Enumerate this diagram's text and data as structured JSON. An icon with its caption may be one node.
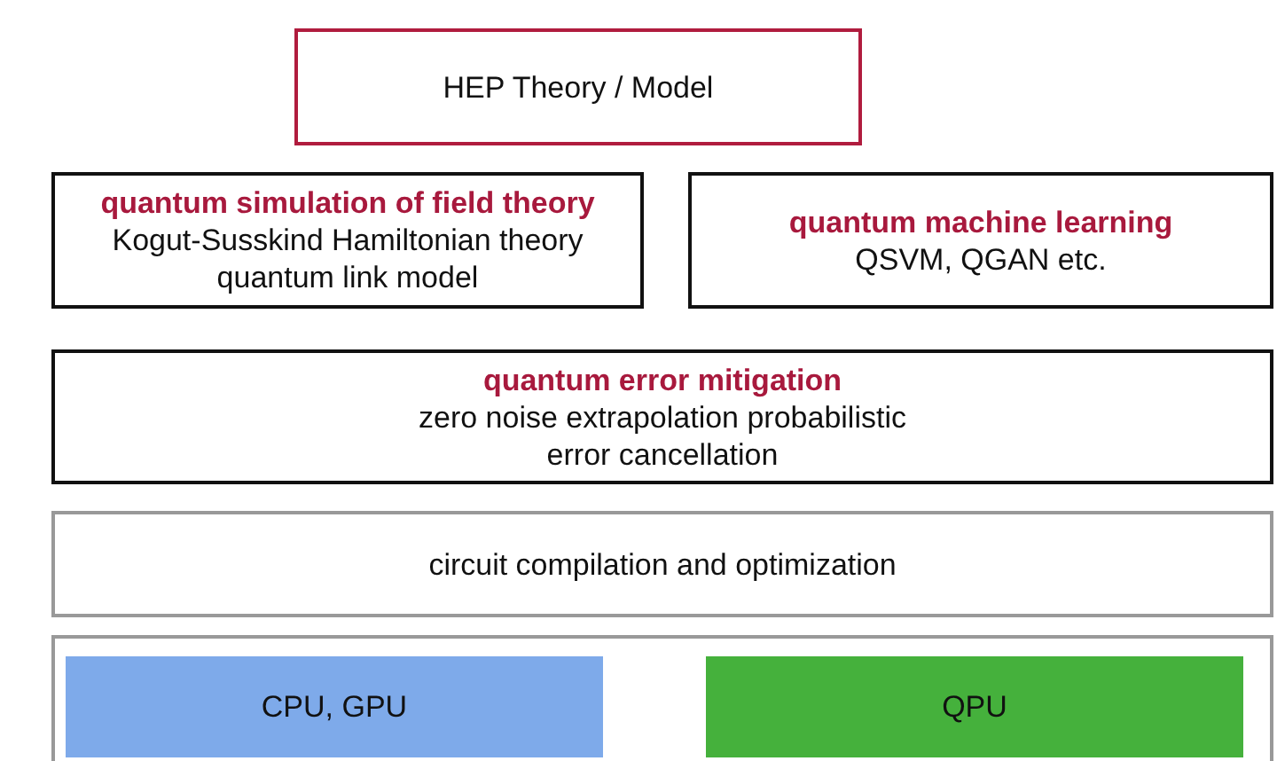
{
  "diagram": {
    "nodes": [
      {
        "text": [
          "HEP Theory / Model"
        ]
      },
      {
        "text": [
          "quantum simulation of field theory",
          "Kogut-Susskind Hamiltonian theory quantum link model"
        ]
      },
      {
        "text": [
          "quantum machine learning",
          "QSVM, QGAN etc."
        ]
      },
      {
        "text": [
          "quantum error mitigation",
          "zero noise extrapolation probabilistic error cancellation"
        ]
      },
      {
        "text": [
          "circuit compilation and optimization"
        ]
      },
      {
        "text": [],
        "shape": "box"
      },
      {
        "text": [
          "CPU, GPU"
        ],
        "in": 5
      },
      {
        "text": [
          "QPU"
        ],
        "in": 5
      }
    ]
  }
}
